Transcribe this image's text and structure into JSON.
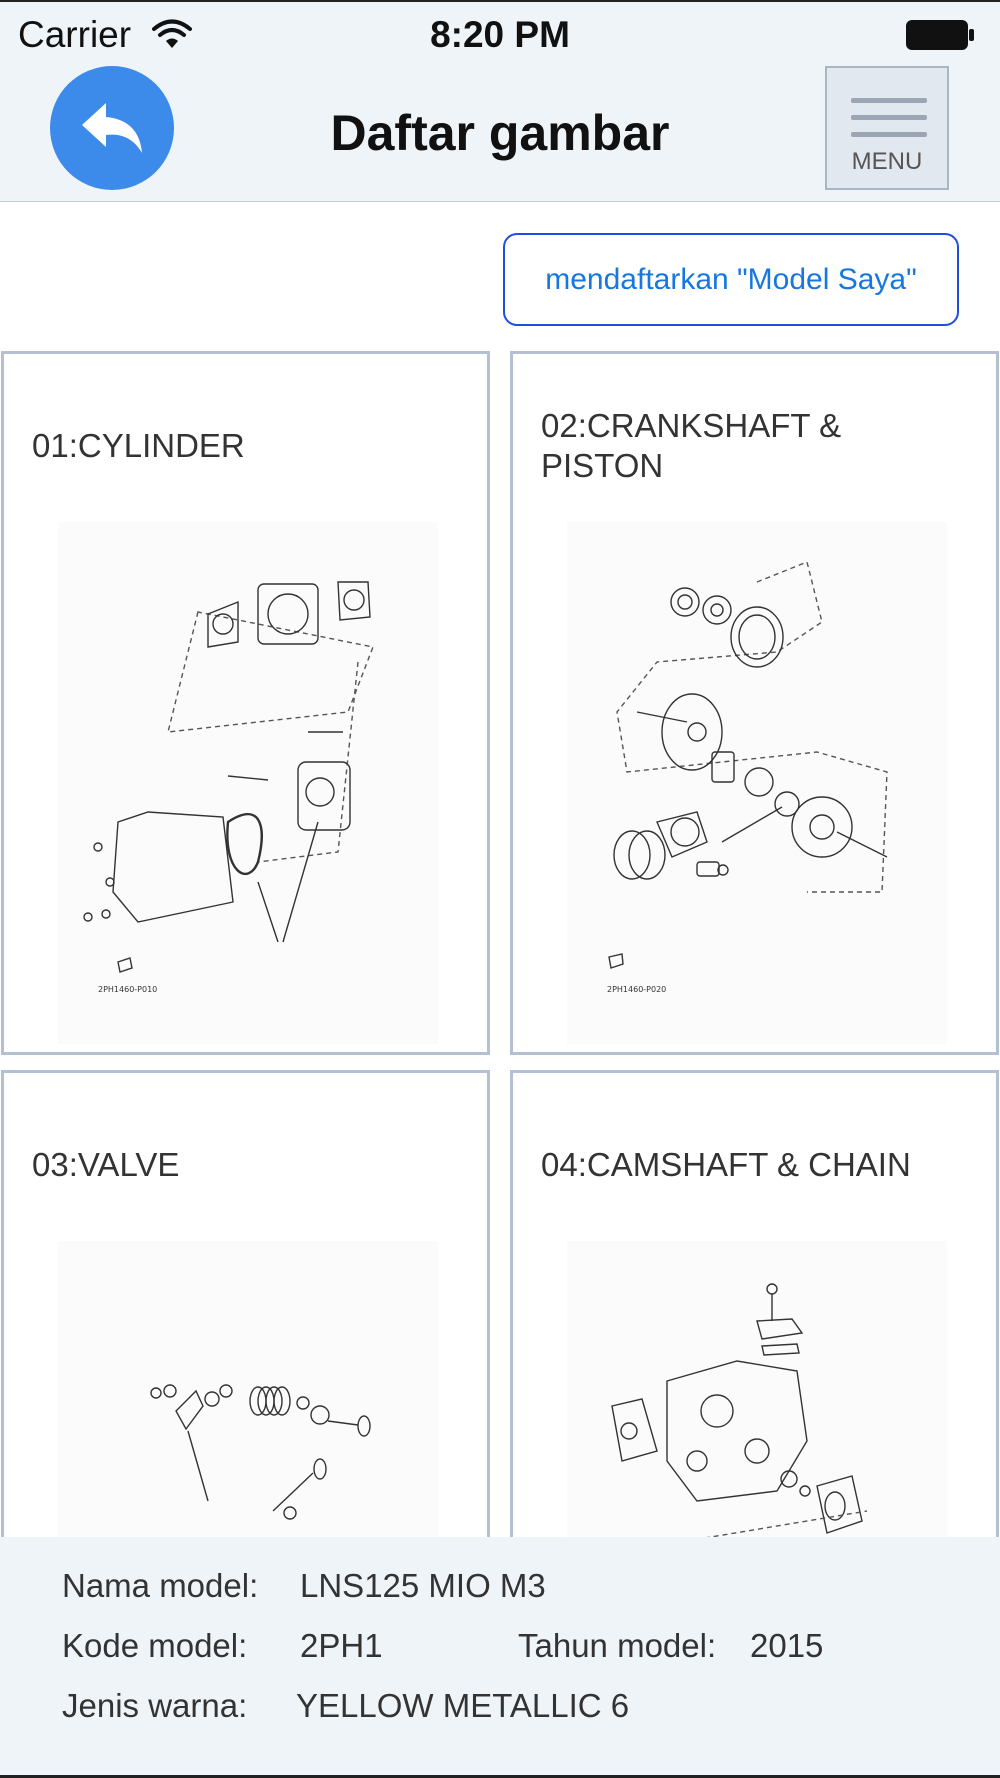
{
  "status_bar": {
    "carrier": "Carrier",
    "time": "8:20 PM"
  },
  "nav": {
    "title": "Daftar gambar",
    "menu_label": "MENU"
  },
  "register_button": "mendaftarkan \"Model Saya\"",
  "cards": [
    {
      "title": "01:CYLINDER",
      "code": "2PH1460-P010"
    },
    {
      "title": "02:CRANKSHAFT & PISTON",
      "code": "2PH1460-P020"
    },
    {
      "title": "03:VALVE"
    },
    {
      "title": "04:CAMSHAFT & CHAIN"
    }
  ],
  "info": {
    "model_name_label": "Nama model:",
    "model_name": "LNS125 MIO M3",
    "model_code_label": "Kode model:",
    "model_code": "2PH1",
    "model_year_label": "Tahun model:",
    "model_year": "2015",
    "color_label": "Jenis warna:",
    "color": "YELLOW METALLIC 6"
  },
  "colors": {
    "accent": "#3c8bea",
    "link": "#1677e0",
    "bar_bg": "#eff4f8",
    "card_border": "#b4c0d2"
  }
}
